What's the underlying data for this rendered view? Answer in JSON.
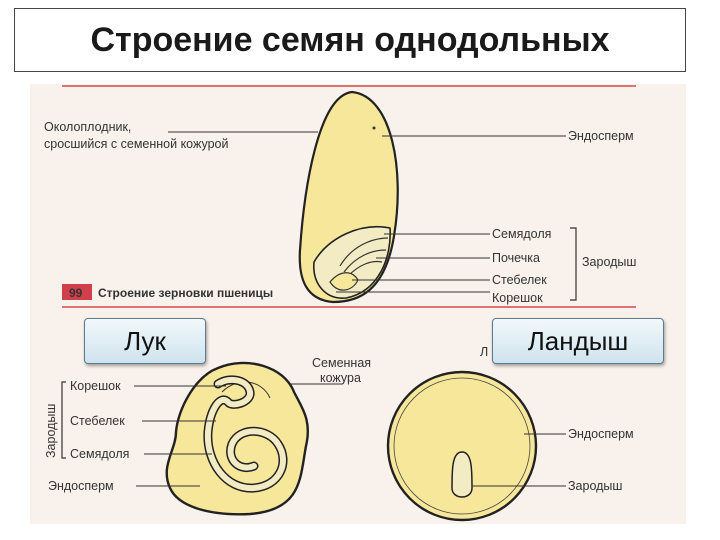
{
  "title": "Строение семян однодольных",
  "wheat": {
    "pericarp_label": "Околоплодник,\nсросшийся с семенной кожурой",
    "endosperm": "Эндосперм",
    "cotyledon": "Семядоля",
    "plumule": "Почечка",
    "stem": "Стебелек",
    "root": "Корешок",
    "embryo": "Зародыш",
    "figure_number": "99",
    "caption": "Строение зерновки пшеницы"
  },
  "onion": {
    "button": "Лук",
    "embryo": "Зародыш",
    "root": "Корешок",
    "stem": "Стебелек",
    "cotyledon": "Семядоля",
    "endosperm": "Эндосперм",
    "seed_coat": "Семенная\nкожура"
  },
  "lily": {
    "button": "Ландыш",
    "endosperm": "Эндосперм",
    "embryo": "Зародыш",
    "partial_letter": "Л"
  },
  "colors": {
    "seed_fill": "#f6e79a",
    "embryo_fill": "#f3ebc4",
    "outline": "#222222",
    "red_line": "#d24b4b",
    "fig_badge": "#d0404a",
    "panel_bg": "#f8f1ec"
  }
}
